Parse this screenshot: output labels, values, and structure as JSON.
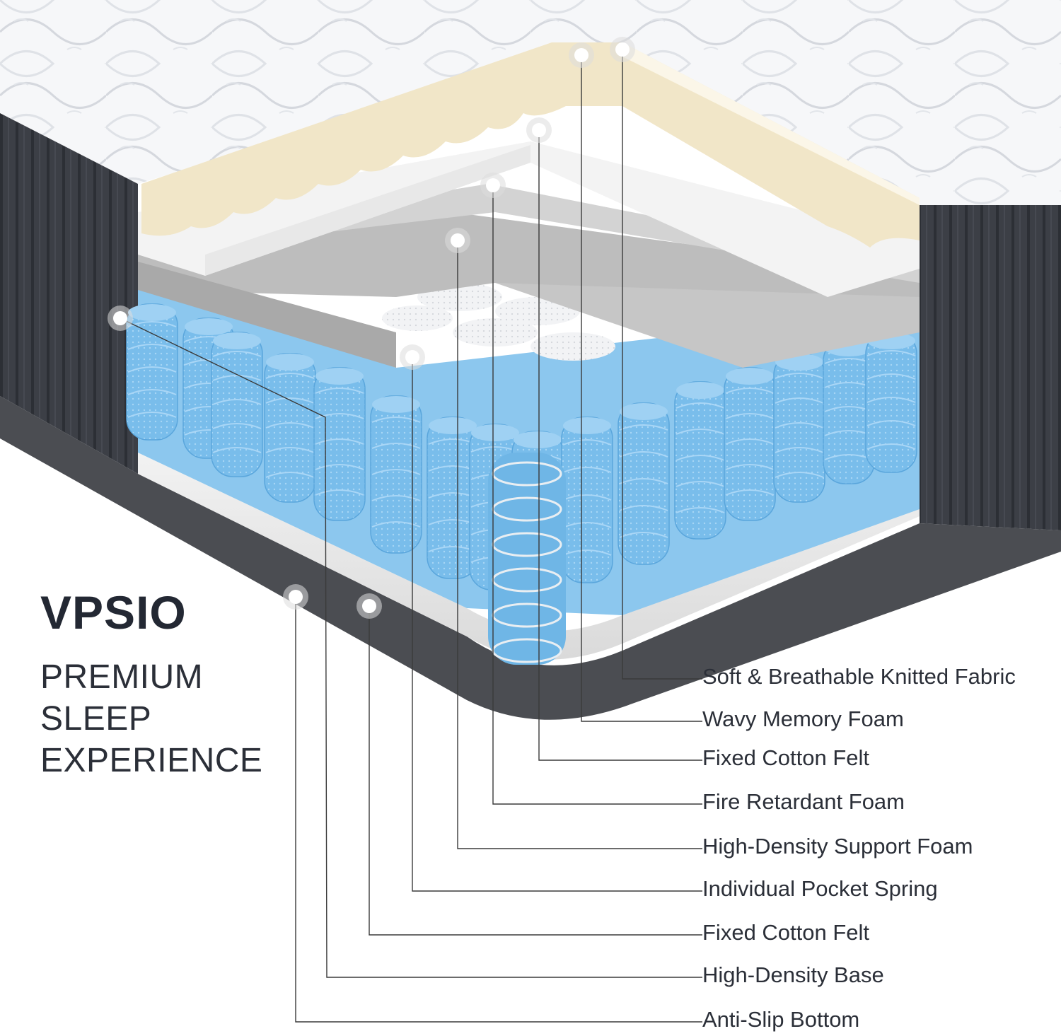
{
  "brand": {
    "name": "VPSIO"
  },
  "tagline": {
    "line1": "PREMIUM",
    "line2": "SLEEP",
    "line3": "EXPERIENCE"
  },
  "layers": [
    {
      "id": "knitted-fabric",
      "label": "Soft & Breathable Knitted Fabric"
    },
    {
      "id": "wavy-memory-foam",
      "label": "Wavy Memory Foam"
    },
    {
      "id": "cotton-felt-top",
      "label": "Fixed Cotton Felt"
    },
    {
      "id": "fire-retardant-foam",
      "label": "Fire Retardant Foam"
    },
    {
      "id": "support-foam",
      "label": "High-Density Support Foam"
    },
    {
      "id": "pocket-spring",
      "label": "Individual Pocket Spring"
    },
    {
      "id": "cotton-felt-bottom",
      "label": "Fixed Cotton Felt"
    },
    {
      "id": "high-density-base",
      "label": "High-Density Base"
    },
    {
      "id": "anti-slip-bottom",
      "label": "Anti-Slip Bottom"
    }
  ],
  "colors": {
    "fabric": "#f4f5f7",
    "border": "#3a3d44",
    "memory_foam": "#f1e6c8",
    "felt": "#f4f4f4",
    "fire_foam": "#c9c9c9",
    "support_foam": "#b9b9b9",
    "spring": "#7fc0ec",
    "base": "#ededed",
    "bottom": "#4b4d52",
    "leader": "#3a3a3a",
    "text": "#2b2f38"
  }
}
